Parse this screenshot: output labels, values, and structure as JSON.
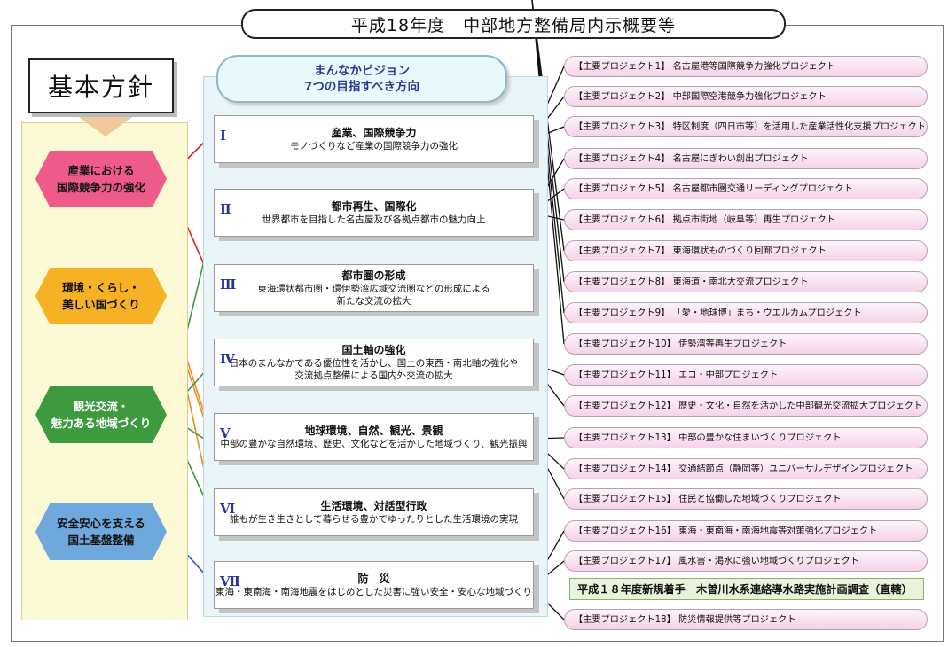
{
  "title": "平成18年度　中部地方整備局内示概要等",
  "kihon": {
    "title": "基本方針",
    "policies": [
      {
        "line1": "産業における",
        "line2": "国際競争力の強化",
        "color": "#ee5a8a",
        "text_color": "#111111"
      },
      {
        "line1": "環境・くらし・",
        "line2": "美しい国づくり",
        "color": "#f6b224",
        "text_color": "#111111"
      },
      {
        "line1": "観光交流・",
        "line2": "魅力ある地域づくり",
        "color": "#3e9a3e",
        "text_color": "#ffffff"
      },
      {
        "line1": "安全安心を支える",
        "line2": "国土基盤整備",
        "color": "#6fa8dc",
        "text_color": "#111111"
      }
    ]
  },
  "vision": {
    "line1": "まんなかビジョン",
    "line2": "7つの目指すべき方向"
  },
  "goals": [
    {
      "num": "Ⅰ",
      "title": "産業、国際競争力",
      "desc1": "モノづくりなど産業の国際競争力の強化",
      "desc2": ""
    },
    {
      "num": "Ⅱ",
      "title": "都市再生、国際化",
      "desc1": "世界都市を目指した名古屋及び各拠点都市の魅力向上",
      "desc2": ""
    },
    {
      "num": "Ⅲ",
      "title": "都市圏の形成",
      "desc1": "東海環状都市圏・環伊勢湾広域交流圏などの形成による",
      "desc2": "新たな交流の拡大"
    },
    {
      "num": "Ⅳ",
      "title": "国土軸の強化",
      "desc1": "日本のまんなかである優位性を活かし、国土の東西・南北軸の強化や",
      "desc2": "交流拠点整備による国内外交流の拡大"
    },
    {
      "num": "Ⅴ",
      "title": "地球環境、自然、観光、景観",
      "desc1": "中部の豊かな自然環境、歴史、文化などを活かした地域づくり、観光振興",
      "desc2": ""
    },
    {
      "num": "Ⅵ",
      "title": "生活環境、対話型行政",
      "desc1": "誰もが生き生きとして暮らせる豊かでゆったりとした生活環境の実現",
      "desc2": ""
    },
    {
      "num": "Ⅶ",
      "title": "防　災",
      "desc1": "東海・東南海・南海地震をはじめとした災害に強い安全・安心な地域づくり",
      "desc2": ""
    }
  ],
  "projects": [
    "【主要プロジェクト1】 名古屋港等国際競争力強化プロジェクト",
    "【主要プロジェクト2】 中部国際空港競争力強化プロジェクト",
    "【主要プロジェクト3】 特区制度（四日市等）を活用した産業活性化支援プロジェクト",
    "【主要プロジェクト4】 名古屋にぎわい創出プロジェクト",
    "【主要プロジェクト5】 名古屋都市圏交通リーディングプロジェクト",
    "【主要プロジェクト6】 拠点市街地（岐阜等）再生プロジェクト",
    "【主要プロジェクト7】 東海環状ものづくり回廊プロジェクト",
    "【主要プロジェクト8】 東海道・南北大交流プロジェクト",
    "【主要プロジェクト9】 「愛・地球博」まち・ウエルカムプロジェクト",
    "【主要プロジェクト10】 伊勢湾等再生プロジェクト",
    "【主要プロジェクト11】 エコ・中部プロジェクト",
    "【主要プロジェクト12】 歴史・文化・自然を活かした中部観光交流拡大プロジェクト",
    "【主要プロジェクト13】 中部の豊かな住まいづくりプロジェクト",
    "【主要プロジェクト14】 交通結節点（静岡等）ユニバーサルデザインプロジェクト",
    "【主要プロジェクト15】 住民と協働した地域づくりプロジェクト",
    "【主要プロジェクト16】 東海・東南海・南海地震等対策強化プロジェクト",
    "【主要プロジェクト17】 風水害・渇水に強い地域づくりプロジェクト",
    "【主要プロジェクト18】 防災情報提供等プロジェクト"
  ],
  "new_start": "平成１８年度新規着手　木曽川水系連絡導水路実施計画調査（直轄）",
  "colors": {
    "industry_line": "#e02020",
    "environment_line": "#f08a1a",
    "tourism_line": "#3a9a3a",
    "safety_line": "#2a56c8",
    "project_line": "#111111"
  }
}
